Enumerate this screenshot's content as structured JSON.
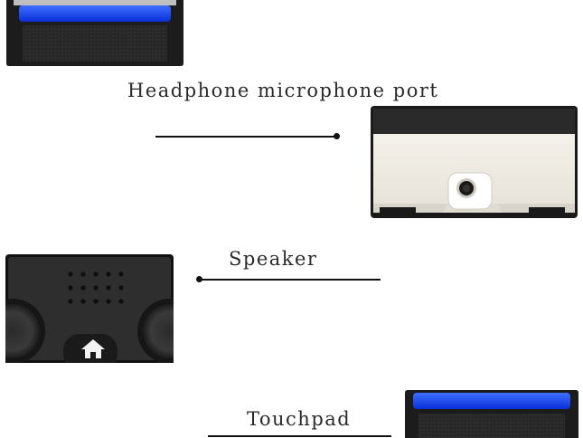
{
  "callouts": {
    "headphone": {
      "label": "Headphone microphone port"
    },
    "speaker": {
      "label": "Speaker"
    },
    "touchpad": {
      "label": "Touchpad"
    }
  },
  "icons": {
    "home_button": "home-icon"
  }
}
